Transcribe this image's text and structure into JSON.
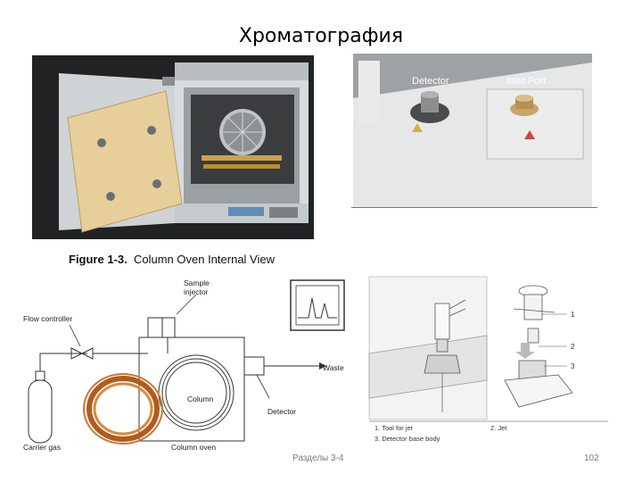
{
  "slide": {
    "title": "Хроматография",
    "footer_left": "Разделы 3-4",
    "page_number": "102"
  },
  "figure_caption": {
    "number": "Figure 1-3.",
    "text": "Column Oven Internal View"
  },
  "detector_photo": {
    "label_detector": "Detector",
    "label_inlet": "Inlet Port"
  },
  "schematic": {
    "sample_injector": "Sample injector",
    "flow_controller": "Flow controller",
    "waste": "Waste",
    "column": "Column",
    "detector": "Detector",
    "carrier_gas": "Carrier gas",
    "column_oven": "Column oven"
  },
  "detector_diagram": {
    "callouts": [
      "1",
      "2",
      "3"
    ],
    "legend": [
      "1. Tool for jet",
      "2. Jet",
      "3. Detector base body"
    ]
  }
}
